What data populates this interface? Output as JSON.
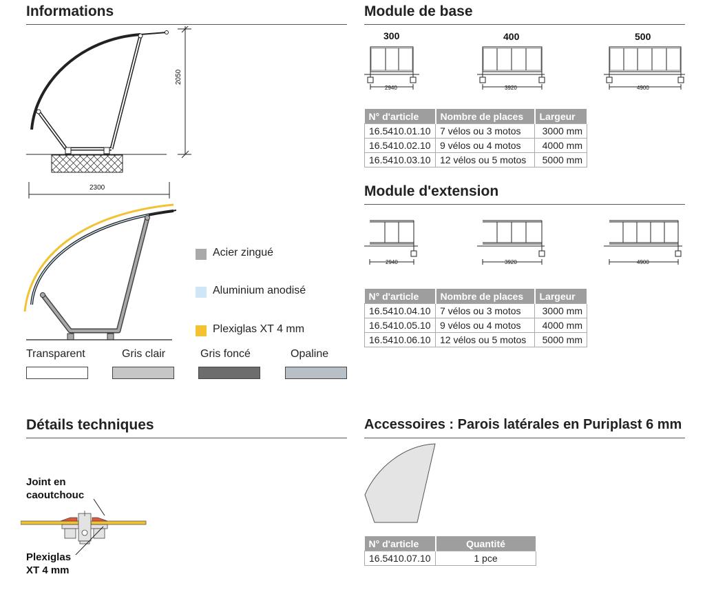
{
  "sections": {
    "informations": "Informations",
    "module_base": "Module de base",
    "module_extension": "Module d'extension",
    "details": "Détails techniques",
    "accessoires": "Accessoires : Parois latérales en Puriplast 6 mm"
  },
  "dimensions": {
    "height": "2050",
    "width": "2300"
  },
  "legend": [
    {
      "label": "Acier zingué",
      "color": "#a9a9a9"
    },
    {
      "label": "Aluminium anodisé",
      "color": "#cfe6f7"
    },
    {
      "label": "Plexiglas XT 4 mm",
      "color": "#f2c232"
    }
  ],
  "colors": [
    {
      "label": "Transparent",
      "color": "#ffffff"
    },
    {
      "label": "Gris clair",
      "color": "#c6c6c6"
    },
    {
      "label": "Gris foncé",
      "color": "#6d6d6d"
    },
    {
      "label": "Opaline",
      "color": "#b7c0c7"
    }
  ],
  "base_modules": [
    {
      "label": "300",
      "dim": "2940"
    },
    {
      "label": "400",
      "dim": "3920"
    },
    {
      "label": "500",
      "dim": "4900"
    }
  ],
  "ext_modules": [
    {
      "dim": "2940"
    },
    {
      "dim": "3920"
    },
    {
      "dim": "4900"
    }
  ],
  "table_headers": [
    "N° d'article",
    "Nombre de places",
    "Largeur"
  ],
  "base_rows": [
    [
      "16.5410.01.10",
      "7 vélos ou 3 motos",
      "3000 mm"
    ],
    [
      "16.5410.02.10",
      "9 vélos ou 4 motos",
      "4000 mm"
    ],
    [
      "16.5410.03.10",
      "12 vélos ou 5 motos",
      "5000 mm"
    ]
  ],
  "ext_rows": [
    [
      "16.5410.04.10",
      "7 vélos ou 3 motos",
      "3000 mm"
    ],
    [
      "16.5410.05.10",
      "9 vélos ou 4 motos",
      "4000 mm"
    ],
    [
      "16.5410.06.10",
      "12 vélos ou 5 motos",
      "5000 mm"
    ]
  ],
  "details": {
    "joint_line1": "Joint en",
    "joint_line2": "caoutchouc",
    "plexi_line1": "Plexiglas",
    "plexi_line2": "XT 4 mm"
  },
  "acc_headers": [
    "N° d'article",
    "Quantité"
  ],
  "acc_row": [
    "16.5410.07.10",
    "1 pce"
  ]
}
